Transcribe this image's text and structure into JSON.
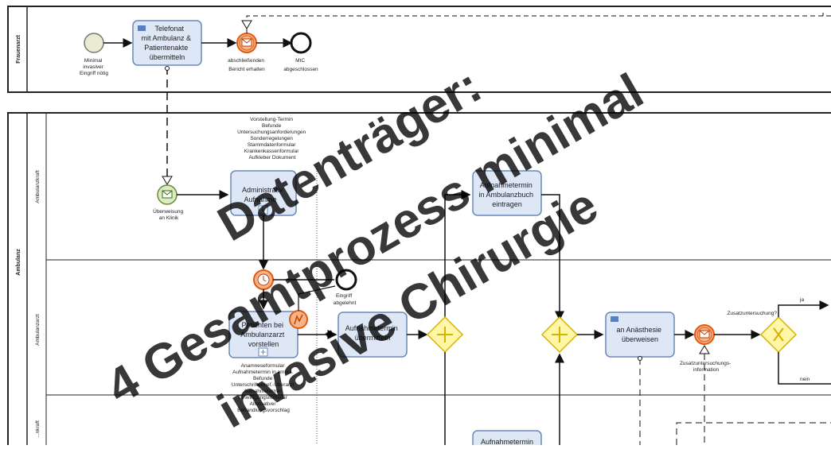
{
  "pools": {
    "frauenarzt": "Frauenarzt",
    "ambulanz": "Ambulanz"
  },
  "lanes": {
    "ambulanzkraft": "Ambulanzkraft",
    "ambulanzarzt": "Ambulanzarzt",
    "lane3": "...nkraft"
  },
  "start_event_label": [
    "Minimal",
    "invasiver",
    "Eingriff nötig"
  ],
  "task_telefonat": [
    "Telefonat",
    "mit Ambulanz &",
    "Patientenakte",
    "übermitteln"
  ],
  "event_bericht_label": [
    "abschließenden",
    "Bericht erhalten"
  ],
  "end_mic_label": [
    "MIC",
    "abgeschlossen"
  ],
  "data_list_1": [
    "Vorstellung-Termin",
    "Befunde",
    "Untersuchungsanforderungen",
    "Sonderregelungen",
    "Stammdatenformular",
    "Krankenkassenformular",
    "Aufkleber Dokument"
  ],
  "event_ueberweisung_label": [
    "Überweisung",
    "an Klinik"
  ],
  "task_admin": [
    "Administrativ",
    "Aufnahme"
  ],
  "task_aufnahmetermin_buch": [
    "Aufnahmetermin",
    "in Ambulanzbuch",
    "eintragen"
  ],
  "eingriff_abgelehnt": [
    "Eingriff",
    "abgelehnt"
  ],
  "task_patient_vorstellen": [
    "Patienten bei",
    "Ambulanzarzt",
    "vorstellen"
  ],
  "data_list_2": [
    "Anamneseformular",
    "Aufnahmetermin in ambul.",
    "Befunde",
    "Unterschriftenbef.-Überarzt",
    "Aufnahmetermin",
    "Einwilligungsformular",
    "Alternativer",
    "Behandlungsvorschlag"
  ],
  "task_aufnahmetermin_uebermitteln": [
    "Aufnahmetermin",
    "übermitteln"
  ],
  "task_anaesthesie": [
    "an Anästhesie",
    "überweisen"
  ],
  "event_zusatz_label": [
    "Zusatzuntersuchungs-",
    "information"
  ],
  "gateway_question": "Zusatzuntersuchung?",
  "flow_ja": "ja",
  "flow_nein": "nein",
  "task_bottom": [
    "Aufnahmetermin"
  ],
  "watermark": [
    "Datenträger:",
    "4 Gesamtprozess minimal",
    "invasive Chirurgie"
  ],
  "colors": {
    "task_fill": "#dde7f5",
    "task_stroke": "#6a89b8",
    "gateway_fill": "#fff6a8",
    "gateway_stroke": "#d4b400",
    "intermediate_fill": "#f7b38a",
    "intermediate_stroke": "#e05a10",
    "start_fill": "#e6ecc8",
    "msg_start_fill": "#dbecc0"
  }
}
